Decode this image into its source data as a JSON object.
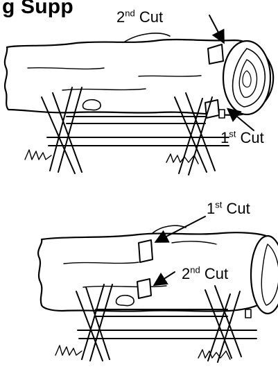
{
  "heading": {
    "text": "g Supp"
  },
  "top_diagram": {
    "label_2nd": {
      "ordinal": "2",
      "suffix": "nd",
      "text": " Cut"
    },
    "label_1st": {
      "ordinal": "1",
      "suffix": "st",
      "text": " Cut"
    }
  },
  "bottom_diagram": {
    "label_1st": {
      "ordinal": "1",
      "suffix": "st",
      "text": " Cut"
    },
    "label_2nd": {
      "ordinal": "2",
      "suffix": "nd",
      "text": " Cut"
    }
  }
}
